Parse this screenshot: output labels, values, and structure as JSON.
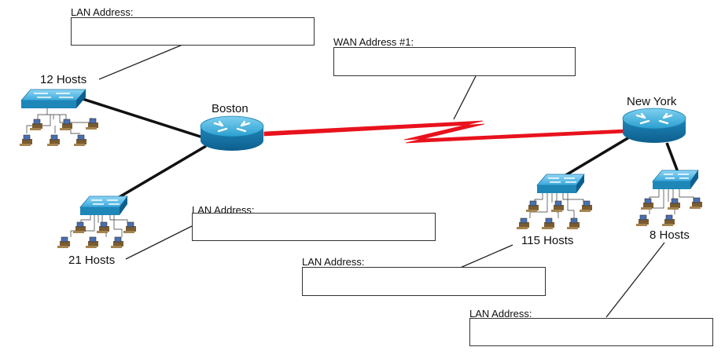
{
  "routers": [
    {
      "id": "boston",
      "name": "Boston"
    },
    {
      "id": "newyork",
      "name": "New York"
    }
  ],
  "networks": [
    {
      "id": "lan-12",
      "hosts_label": "12 Hosts",
      "address_label": "LAN Address:",
      "address_value": ""
    },
    {
      "id": "lan-21",
      "hosts_label": "21 Hosts",
      "address_label": "LAN Address:",
      "address_value": ""
    },
    {
      "id": "lan-115",
      "hosts_label": "115 Hosts",
      "address_label": "LAN Address:",
      "address_value": ""
    },
    {
      "id": "lan-8",
      "hosts_label": "8 Hosts",
      "address_label": "LAN Address:",
      "address_value": ""
    }
  ],
  "wan": {
    "address_label": "WAN Address #1:",
    "address_value": "",
    "color": "#e8121c"
  },
  "colors": {
    "router": "#2a9fd0",
    "switch": "#2f9fd4",
    "link": "#111111",
    "leader": "#222222",
    "pc": "#8a6a3a"
  }
}
